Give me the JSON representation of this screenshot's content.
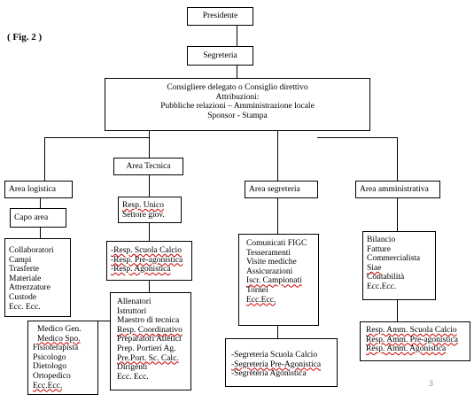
{
  "figure_label": "( Fig. 2 )",
  "page_number": "3",
  "nodes": {
    "presidente": "Presidente",
    "segreteria": "Segreteria",
    "consiglio": [
      "Consigliere delegato o Consiglio direttivo",
      "Attribuzioni:",
      "Pubbliche relazioni – Amministrazione locale",
      "Sponsor - Stampa"
    ],
    "area_tecnica": "Area Tecnica",
    "area_logistica": "Area logistica",
    "area_segreteria": "Area segreteria",
    "area_amministrativa": "Area amministrativa",
    "capo_area": "Capo area",
    "resp_unico": [
      "Resp. Unico",
      "Settore giov."
    ],
    "logistica_staff": [
      "Collaboratori",
      "Campi",
      "Trasferte",
      "Materiale",
      "Attrezzature",
      "Custode",
      "Ecc. Ecc."
    ],
    "resp_scuola": [
      "-Resp. Scuola Calcio",
      "-Resp. Pre-agonistica",
      "-Resp. Agonistica"
    ],
    "segreteria_tasks": [
      "Comunicati FIGC",
      "Tesseramenti",
      "Visite mediche",
      "Assicurazioni",
      "Iscr. Campionati",
      "Tornei",
      "Ecc.Ecc."
    ],
    "amministrativa_tasks": [
      "Bilancio",
      "Fatture",
      "Commercialista",
      "Siae",
      "Contabilità",
      "Ecc.Ecc."
    ],
    "tecnici": [
      "Allenatori",
      "Istruttori",
      "Maestro di tecnica",
      "Resp. Coordinativo",
      "Preparatori Atletici",
      "Prep. Portieri Ag.",
      "Pre.Port. Sc. Calc.",
      "Dirigenti",
      "Ecc. Ecc."
    ],
    "medici": [
      "Medico Gen.",
      "Medico Spo.",
      "Fisioterapista",
      "Psicologo",
      "Dietologo",
      "Ortopedico",
      "Ecc.Ecc."
    ],
    "segreteria_settori": [
      "-Segreteria Scuola Calcio",
      "-Segreteria Pre-Agonistica",
      "-Segreteria Agonistica"
    ],
    "resp_amm": [
      "Resp. Amm. Scuola Calcio",
      "Resp. Amm. Pre-agonistica",
      "Resp. Amm. Agonistica"
    ]
  }
}
